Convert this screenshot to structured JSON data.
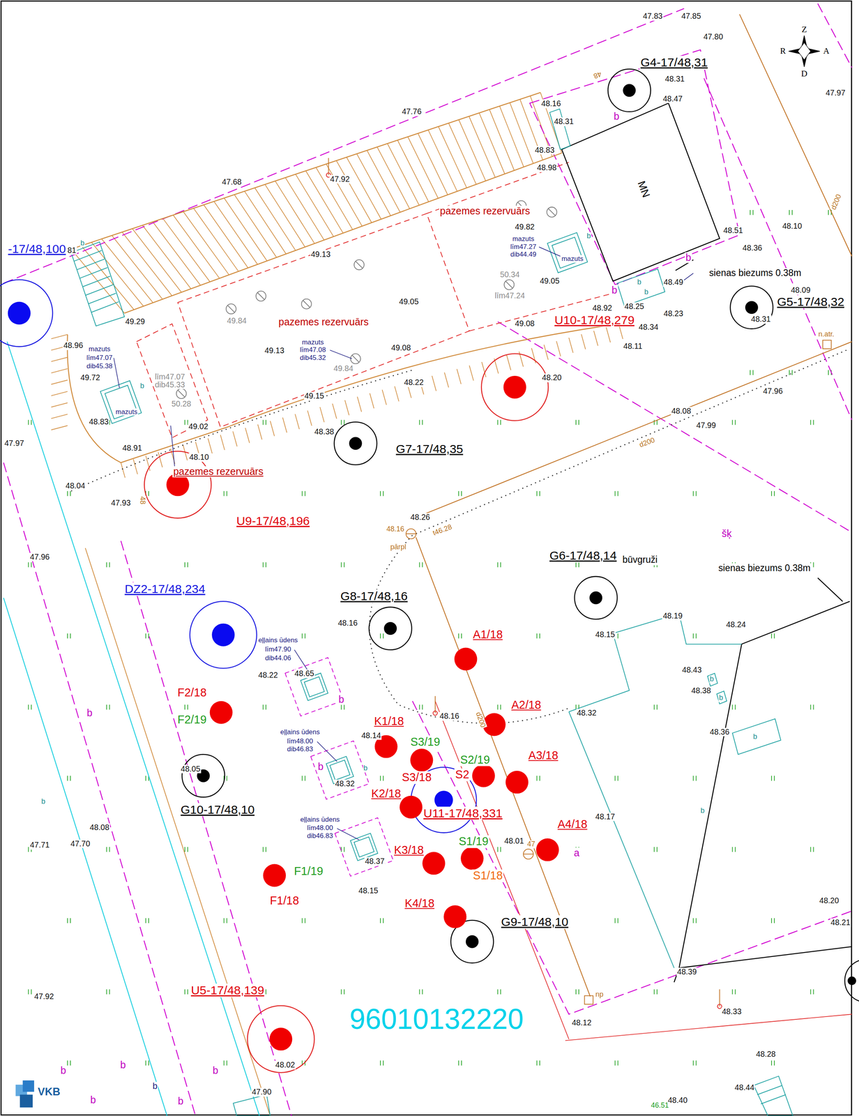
{
  "diagram": {
    "labels": [
      "47.83",
      "47.85",
      "47.80",
      "Z",
      "R",
      "A",
      "D",
      "G4-17/48,31",
      "48",
      "48.31",
      "48.47",
      "48.16",
      "b",
      "48.31",
      "47.97",
      "47.76",
      "48.83",
      "48.98",
      "MN",
      "47.68",
      "47.92",
      "pazemes rezervuārs",
      "d200",
      "49.82",
      "mazuts",
      "līm47.27",
      "dib44.49",
      "b",
      "mazuts",
      "48.51",
      "48.10",
      "48.36",
      "b",
      "sienas biezums 0.38m",
      "-17/48,100",
      "b",
      "81",
      "49.13",
      "50.34",
      "līm47.24",
      "49.05",
      "49.05",
      "b",
      "b",
      "b",
      "48.49",
      "48.09",
      "G5-17/48,32",
      "48.92",
      "48.25",
      "48.23",
      "U10-17/48,279",
      "48.34",
      "48.31",
      "49.84",
      "pazemes rezervuārs",
      "49.08",
      "n.atr.",
      "48.11",
      "49.29",
      "mazuts",
      "līm47.08",
      "dib45.32",
      "49.13",
      "49.08",
      "48.96",
      "mazuts",
      "līm47.07",
      "dib45.38",
      "49.84",
      "49.72",
      "b",
      "līm47.07",
      "dib45.33",
      "48.20",
      "48.22",
      "49.15",
      "47.96",
      "50.28",
      "mazuts",
      "48.08",
      "48.83",
      "47.99",
      "49.02",
      "48.38",
      "d200",
      "47.97",
      "G7-17/48,35",
      "48.91",
      "48.10",
      "pazemes rezervuārs",
      "48.04",
      "48",
      "47.93",
      "48.26",
      "U9-17/48,196",
      "48.16",
      "t46.28",
      "šķ",
      "pārpl",
      "47.96",
      "G6-17/48,14",
      "būvgruži",
      "sienas biezums 0.38m",
      "DZ2-17/48,234",
      "G8-17/48,16",
      "48.19",
      "48.16",
      "48.24",
      "48.15",
      "A1/18",
      "eļļains ūdens",
      "līm47.90",
      "dib44.06",
      "48.43",
      "48.65",
      "48.22",
      "b",
      "48.38",
      "F2/18",
      "b",
      "b",
      "A2/18",
      "b",
      "48.32",
      "48.16",
      "d200",
      "F2/19",
      "K1/18",
      "eļļains ūdens",
      "48.36",
      "48.14",
      "b",
      "līm48.00",
      "S3/19",
      "dib46.83",
      "A3/18",
      "S2/19",
      "b",
      "b",
      "48.05",
      "S2",
      "S3/18",
      "48.32",
      "K2/18",
      "b",
      "G10-17/48,10",
      "U11-17/48,331",
      "b",
      "48.17",
      "eļļains ūdens",
      "A4/18",
      "48.08",
      "līm48.00",
      "dib46.83",
      "48.01",
      "47",
      "47.70",
      "47.71",
      "S1/19",
      "K3/18",
      "a",
      "48.37",
      "F1/19",
      "S1/18",
      "48.15",
      "F1/18",
      "48.20",
      "K4/18",
      "G9-17/48,10",
      "48.21",
      "48.39",
      "U5-17/48,139",
      "np",
      "47.92",
      "48.33",
      "96010132220",
      "48.12",
      "48.28",
      "48.02",
      "b",
      "b",
      "b",
      "b",
      "48.44",
      "47.90",
      "VKB",
      "b",
      "b",
      "48.40",
      "46.51"
    ]
  }
}
